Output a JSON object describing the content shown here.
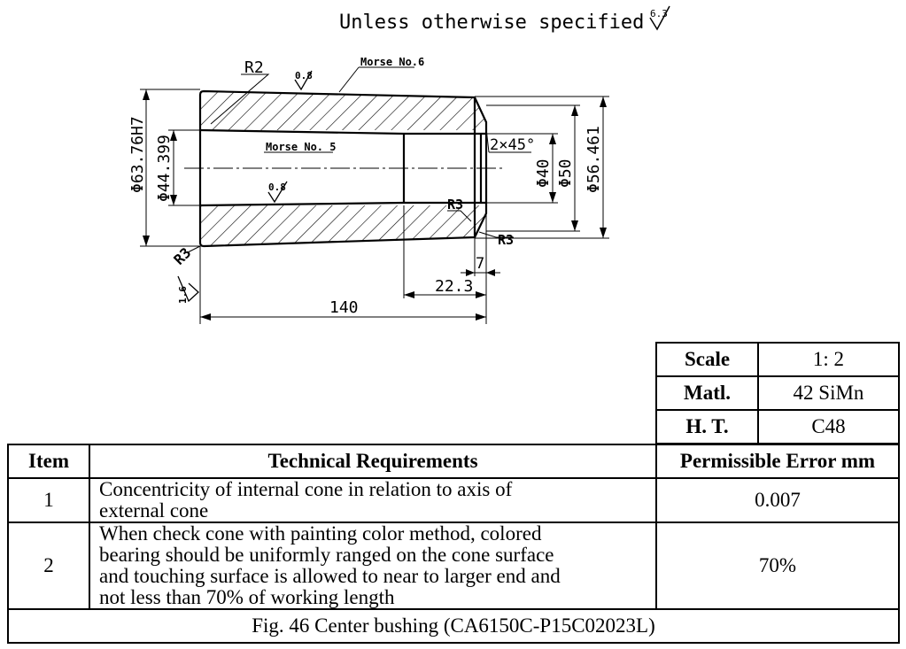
{
  "drawing": {
    "header_note": "Unless otherwise specified",
    "header_roughness": "6.3",
    "labels": {
      "r2": "R2",
      "rough_outer": "0.8",
      "morse6": "Morse No.6",
      "morse5": "Morse No. 5",
      "rough_inner": "0.8",
      "chamfer": "2×45°",
      "d_outer_left": "Φ63.76H7",
      "d_inner_left": "Φ44.399",
      "d40": "Φ40",
      "d50": "Φ50",
      "d_right": "Φ56.461",
      "r3_left": "R3",
      "r3_mid": "R3",
      "r3_right": "R3",
      "rough_left": "1.6",
      "len7": "7",
      "len22": "22.3",
      "len140": "140"
    }
  },
  "spec": {
    "scale_label": "Scale",
    "scale_value": "1: 2",
    "matl_label": "Matl.",
    "matl_value": "42 SiMn",
    "ht_label": "H. T.",
    "ht_value": "C48"
  },
  "requirements": {
    "headers": {
      "item": "Item",
      "tech": "Technical Requirements",
      "error": "Permissible Error mm"
    },
    "rows": [
      {
        "item": "1",
        "line1": "Concentricity of internal cone in relation to axis of",
        "line2": "external cone",
        "error": "0.007"
      },
      {
        "item": "2",
        "line1": "When check cone with painting color method, colored",
        "line2": "bearing should be uniformly ranged on the cone surface",
        "line3": "and touching surface is allowed to near to larger end and",
        "line4": "not less than 70% of working length",
        "error": "70%"
      }
    ],
    "caption": "Fig. 46 Center bushing (CA6150C-P15C02023L)"
  }
}
